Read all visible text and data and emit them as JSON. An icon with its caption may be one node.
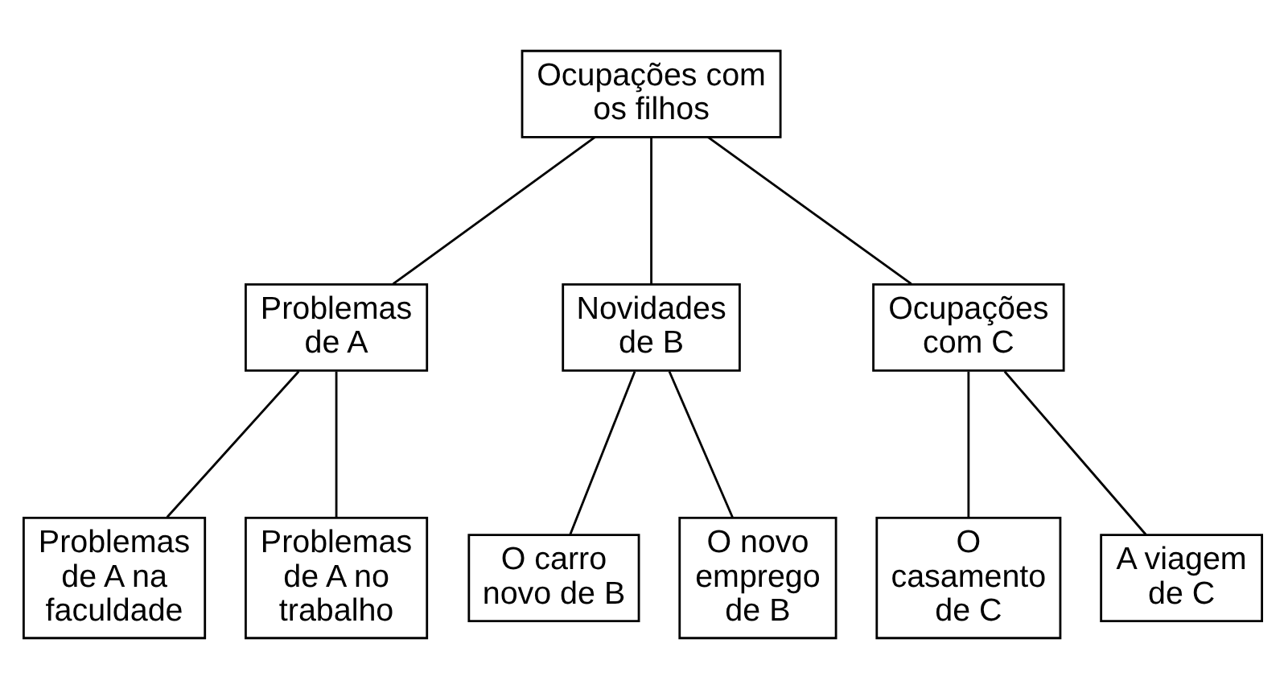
{
  "diagram": {
    "nodes": [
      {
        "text": [
          "Ocupações com os filhos"
        ]
      },
      {
        "text": [
          "Problemas de A"
        ]
      },
      {
        "text": [
          "Novidades de B"
        ]
      },
      {
        "text": [
          "Ocupações com C"
        ]
      },
      {
        "text": [
          "Problemas de A na faculdade"
        ]
      },
      {
        "text": [
          "Problemas de A no trabalho"
        ]
      },
      {
        "text": [
          "O carro novo de B"
        ]
      },
      {
        "text": [
          "O casamento de C"
        ]
      },
      {
        "text": [
          "O novo emprego de B"
        ]
      },
      {
        "text": [
          "A viagem de C"
        ]
      }
    ],
    "edges": [
      {
        "from": 0,
        "to": 1,
        "arrow": "none"
      },
      {
        "from": 0,
        "to": 2,
        "arrow": "none"
      },
      {
        "from": 0,
        "to": 3,
        "arrow": "none"
      },
      {
        "from": 1,
        "to": 4,
        "arrow": "none"
      },
      {
        "from": 1,
        "to": 5,
        "arrow": "none"
      },
      {
        "from": 2,
        "to": 6,
        "arrow": "none"
      },
      {
        "from": 2,
        "to": 8,
        "arrow": "none"
      },
      {
        "from": 3,
        "to": 7,
        "arrow": "none"
      },
      {
        "from": 3,
        "to": 9,
        "arrow": "none"
      }
    ]
  }
}
